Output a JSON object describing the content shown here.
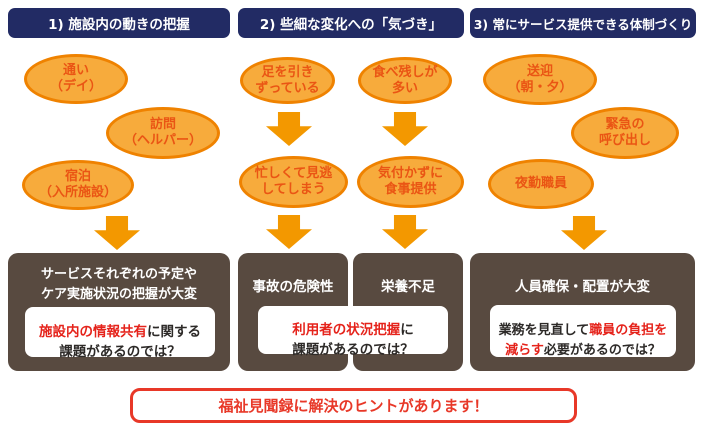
{
  "colors": {
    "header_navy": "#222b64",
    "bubble_fill": "#f7ab3c",
    "bubble_border": "#ef8200",
    "bubble_text": "#ea5514",
    "arrow_orange": "#f39800",
    "result_brown": "#584a40",
    "emphasis_red": "#e5231b",
    "banner_red": "#e83828"
  },
  "columns": [
    {
      "header": "1) 施設内の動きの把握",
      "bubbles": [
        {
          "text": "通い\n（デイ）"
        },
        {
          "text": "訪問\n（ヘルパー）"
        },
        {
          "text": "宿泊\n（入所施設）"
        }
      ],
      "result": "サービスそれぞれの予定や\nケア実施状況の把握が大変",
      "question": {
        "parts": [
          {
            "text": "施設内の情報共有",
            "emphasis": true
          },
          {
            "text": "に関する\n課題があるのでは？",
            "emphasis": false
          }
        ]
      }
    },
    {
      "header": "2) 些細な変化への「気づき」",
      "bubbles_top": [
        {
          "text": "足を引き\nずっている"
        },
        {
          "text": "食べ残しが\n多い"
        }
      ],
      "bubbles_mid": [
        {
          "text": "忙しくて見逃\nしてしまう"
        },
        {
          "text": "気付かずに\n食事提供"
        }
      ],
      "results": [
        {
          "text": "事故の危険性"
        },
        {
          "text": "栄養不足"
        }
      ],
      "question": {
        "parts": [
          {
            "text": "利用者の状況把握",
            "emphasis": true
          },
          {
            "text": "に\n課題があるのでは？",
            "emphasis": false
          }
        ]
      }
    },
    {
      "header": "3) 常にサービス提供できる体制づくり",
      "bubbles": [
        {
          "text": "送迎\n（朝・夕）"
        },
        {
          "text": "緊急の\n呼び出し"
        },
        {
          "text": "夜勤職員"
        }
      ],
      "result": "人員確保・配置が大変",
      "question": {
        "parts": [
          {
            "text": "業務を見直して",
            "emphasis": false
          },
          {
            "text": "職員の負担を\n減らす",
            "emphasis": true
          },
          {
            "text": "必要があるのでは？",
            "emphasis": false
          }
        ]
      }
    }
  ],
  "banner": {
    "text": "福祉見聞録に解決のヒントがあります！"
  }
}
